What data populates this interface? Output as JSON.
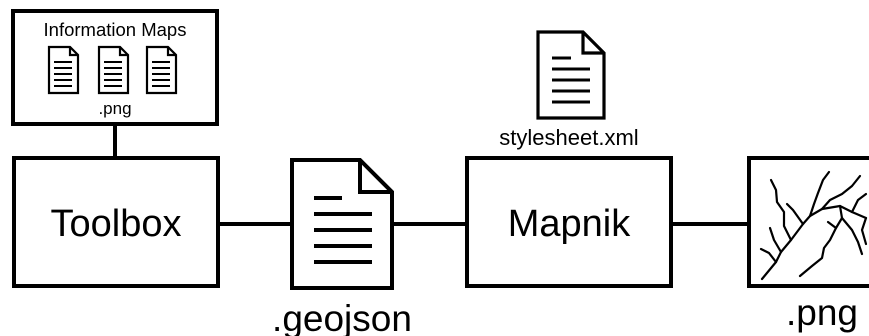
{
  "info_box": {
    "title": "Information Maps",
    "caption": ".png",
    "doc_count": 3
  },
  "toolbox": {
    "label": "Toolbox"
  },
  "geojson": {
    "label": ".geojson"
  },
  "stylesheet": {
    "label": "stylesheet.xml"
  },
  "mapnik": {
    "label": "Mapnik"
  },
  "output": {
    "label": ".png"
  },
  "colors": {
    "stroke": "#000000",
    "background": "#ffffff"
  },
  "icons": {
    "document": "document-icon",
    "map": "map-icon"
  }
}
